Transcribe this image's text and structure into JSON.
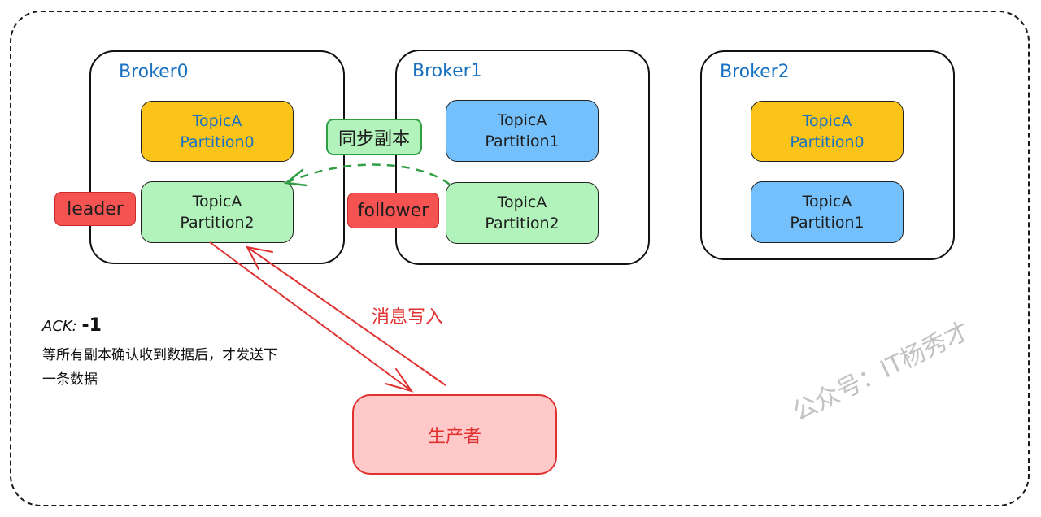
{
  "brokers": [
    {
      "title": "Broker0",
      "partitions": [
        {
          "line1": "TopicA",
          "line2": "Partition0"
        },
        {
          "line1": "TopicA",
          "line2": "Partition2"
        }
      ]
    },
    {
      "title": "Broker1",
      "partitions": [
        {
          "line1": "TopicA",
          "line2": "Partition1"
        },
        {
          "line1": "TopicA",
          "line2": "Partition2"
        }
      ]
    },
    {
      "title": "Broker2",
      "partitions": [
        {
          "line1": "TopicA",
          "line2": "Partition0"
        },
        {
          "line1": "TopicA",
          "line2": "Partition1"
        }
      ]
    }
  ],
  "tags": {
    "leader": "leader",
    "follower": "follower",
    "sync": "同步副本"
  },
  "write_label": "消息写入",
  "producer": "生产者",
  "ack": {
    "title": "ACK:",
    "value": "-1",
    "desc_line1": "等所有副本确认收到数据后，才发送下",
    "desc_line2": "一条数据"
  },
  "watermark": "公众号：IT杨秀才",
  "colors": {
    "leader_tag": "#f55252",
    "partition_yellow": "#fcc419",
    "partition_blue": "#74c0fc",
    "partition_green": "#b2f2bb",
    "producer": "#ffc9c9",
    "sync_arrow": "#2f9e44",
    "write_arrow": "#e03131",
    "broker_title": "#1971c2"
  }
}
